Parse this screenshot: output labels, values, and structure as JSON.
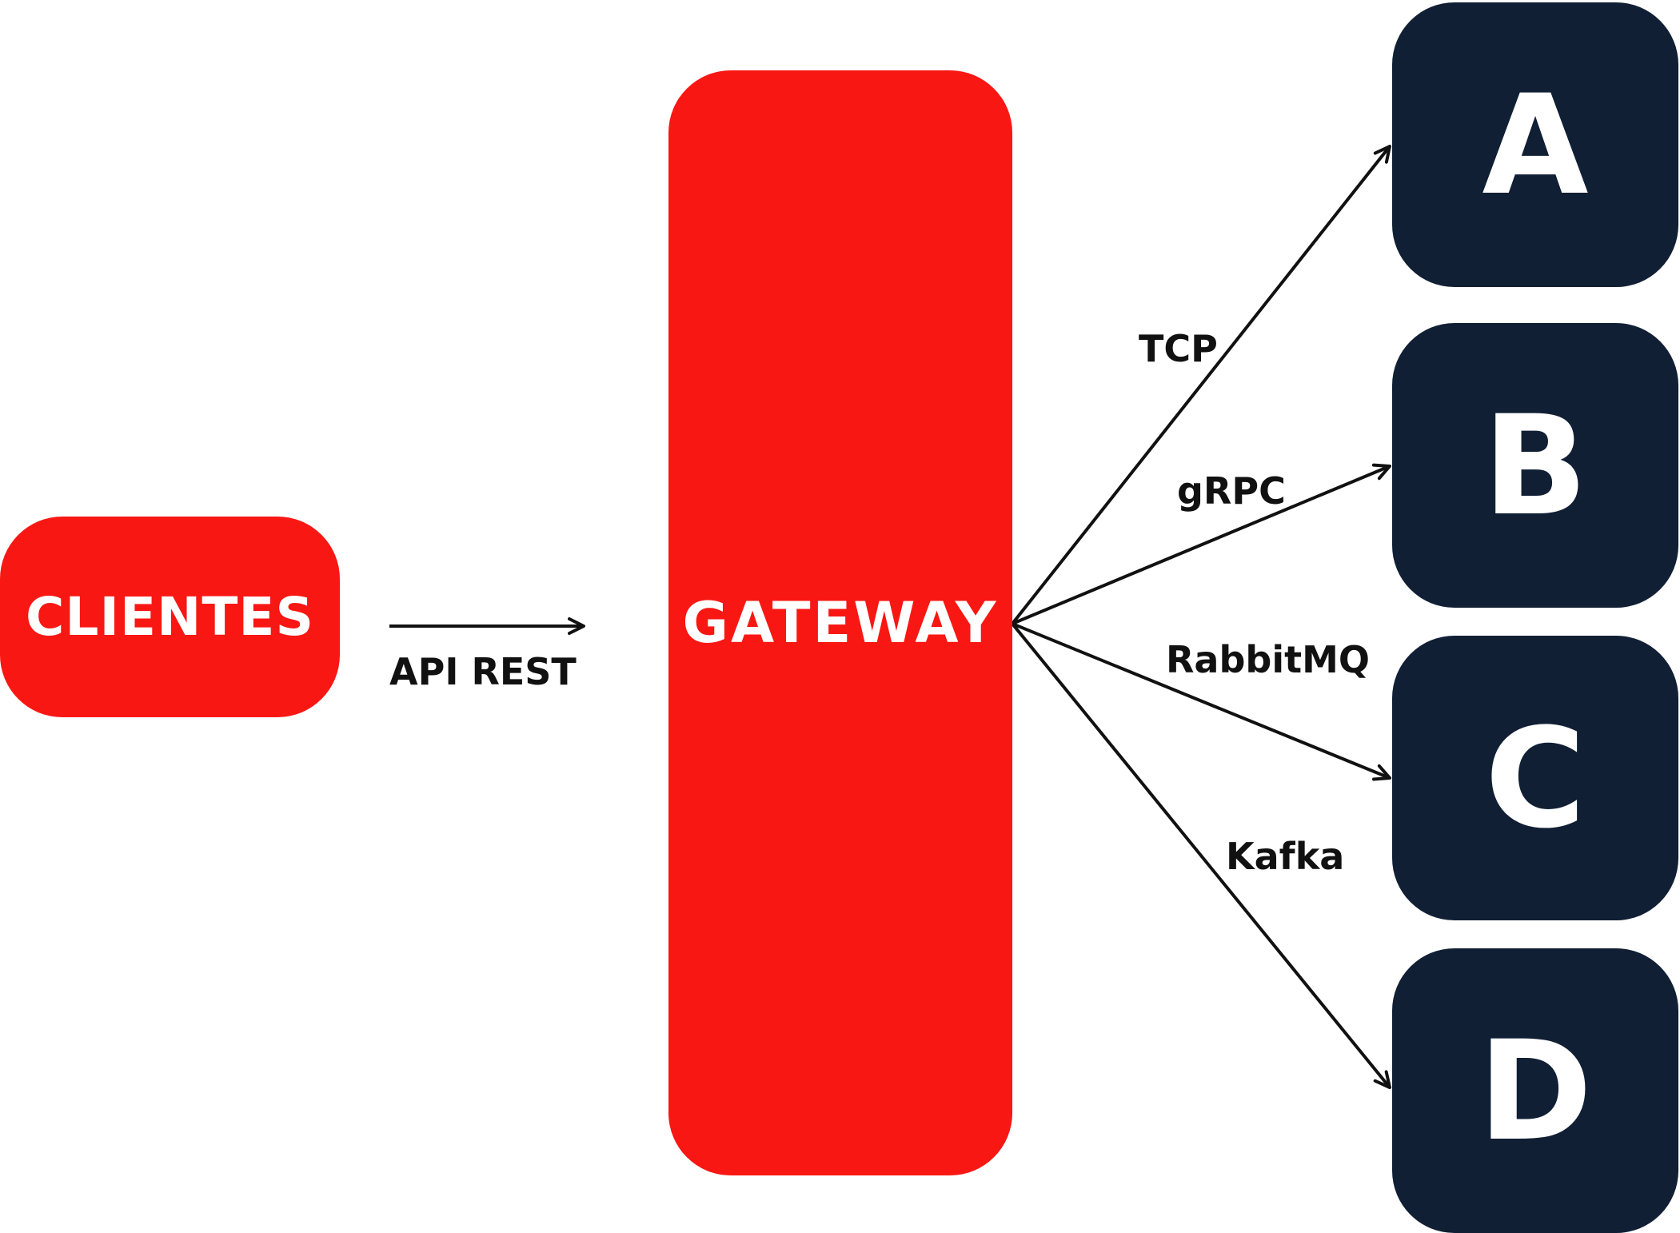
{
  "nodes": {
    "clientes": "CLIENTES",
    "gateway": "GATEWAY",
    "services": [
      "A",
      "B",
      "C",
      "D"
    ]
  },
  "edges": {
    "client_to_gateway": "API REST",
    "to_a": "TCP",
    "to_b": "gRPC",
    "to_c": "RabbitMQ",
    "to_d": "Kafka"
  },
  "colors": {
    "red": "#f91713",
    "dark": "#111f34",
    "line": "#111111"
  }
}
